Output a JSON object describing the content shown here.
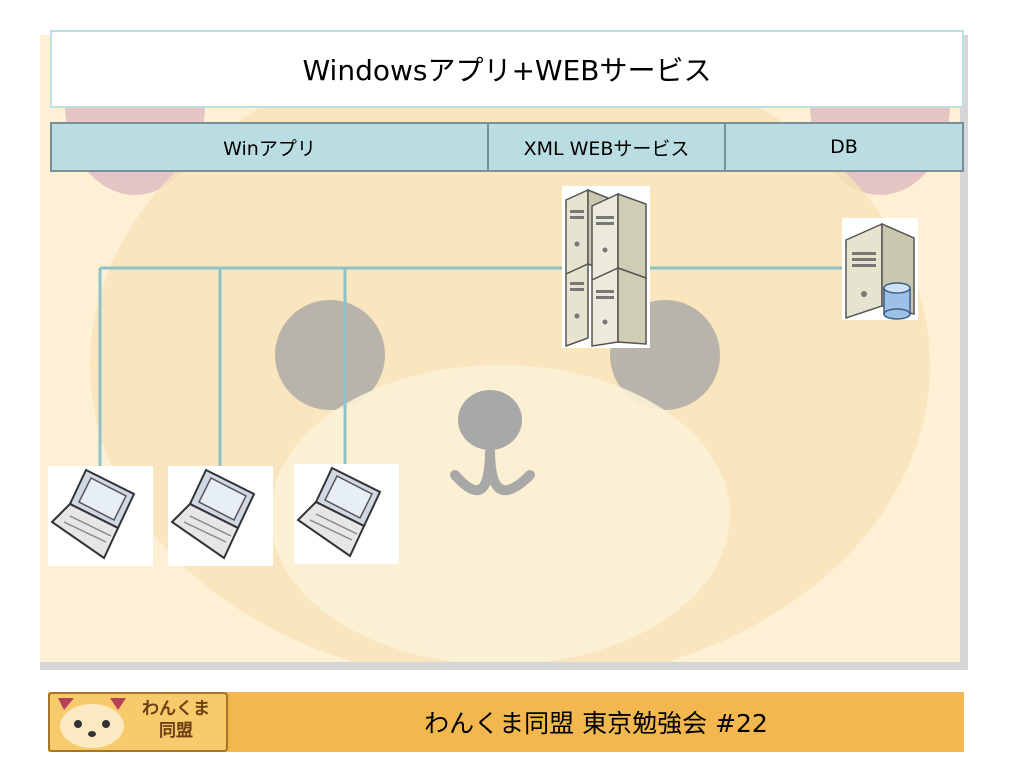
{
  "title": "Windowsアプリ+WEBサービス",
  "columns": [
    {
      "label": "Winアプリ"
    },
    {
      "label": "XML WEBサービス"
    },
    {
      "label": "DB"
    }
  ],
  "nodes": {
    "clients": [
      "laptop-icon",
      "laptop-icon",
      "laptop-icon"
    ],
    "web_server": "server-cluster-icon",
    "db_server": "database-server-icon"
  },
  "colors": {
    "header_fill": "#b9dde1",
    "line": "#8fc2c8",
    "footer": "#f3b74f",
    "background": "#fdf0d5"
  },
  "footer": {
    "logo_line1": "わんくま",
    "logo_line2": "同盟",
    "text": "わんくま同盟 東京勉強会 #22"
  }
}
